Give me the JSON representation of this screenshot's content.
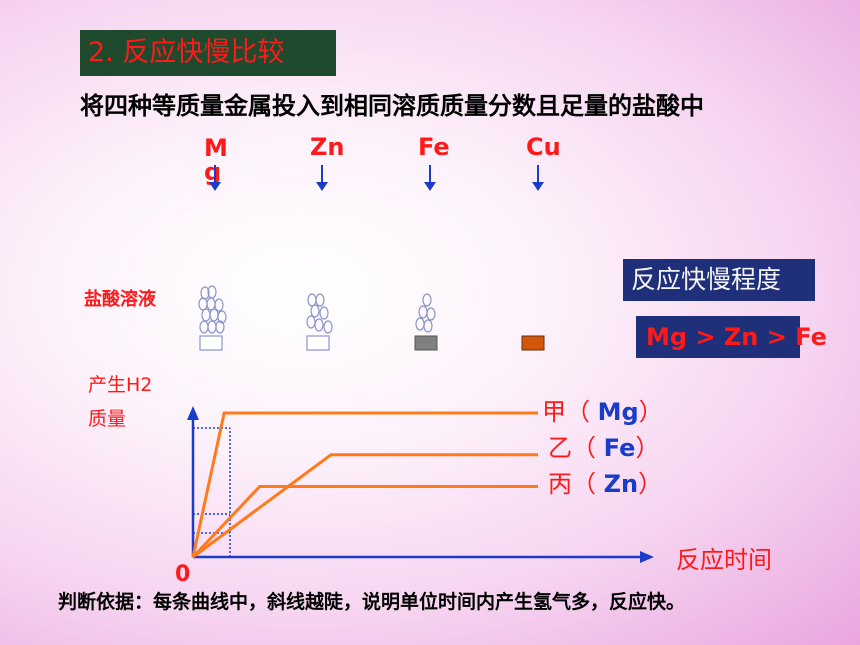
{
  "title": "2. 反应快慢比较",
  "intro": "将四种等质量金属投入到相同溶质质量分数且足量的盐酸中",
  "metals": [
    {
      "label": "Mg"
    },
    {
      "label": "Zn"
    },
    {
      "label": "Fe"
    },
    {
      "label": "Cu"
    }
  ],
  "acid_label": "盐酸溶液",
  "speed_box": {
    "title": "反应快慢程度",
    "order": "Mg > Zn > Fe"
  },
  "chart_data": {
    "type": "line",
    "ylabel": [
      "产生H2",
      "质量"
    ],
    "xlabel": "反应时间",
    "origin": "0",
    "series": [
      {
        "name": "甲",
        "metal": "Mg",
        "plateau": 1.0,
        "rise_end": 0.07
      },
      {
        "name": "乙",
        "metal": "Fe",
        "plateau": 0.71,
        "rise_end": 0.31
      },
      {
        "name": "丙",
        "metal": "Zn",
        "plateau": 0.49,
        "rise_end": 0.15
      }
    ],
    "series_label_template": {
      "open": "（",
      "close": "）"
    }
  },
  "footer": "判断依据：每条曲线中，斜线越陡，说明单位时间内产生氢气多，反应快。",
  "colors": {
    "accent": "#ff1a1a",
    "line": "#ff7a1a",
    "axis": "#1a3cc8",
    "title_bg": "#1f4a2e",
    "box_bg": "#1f2f7a"
  }
}
